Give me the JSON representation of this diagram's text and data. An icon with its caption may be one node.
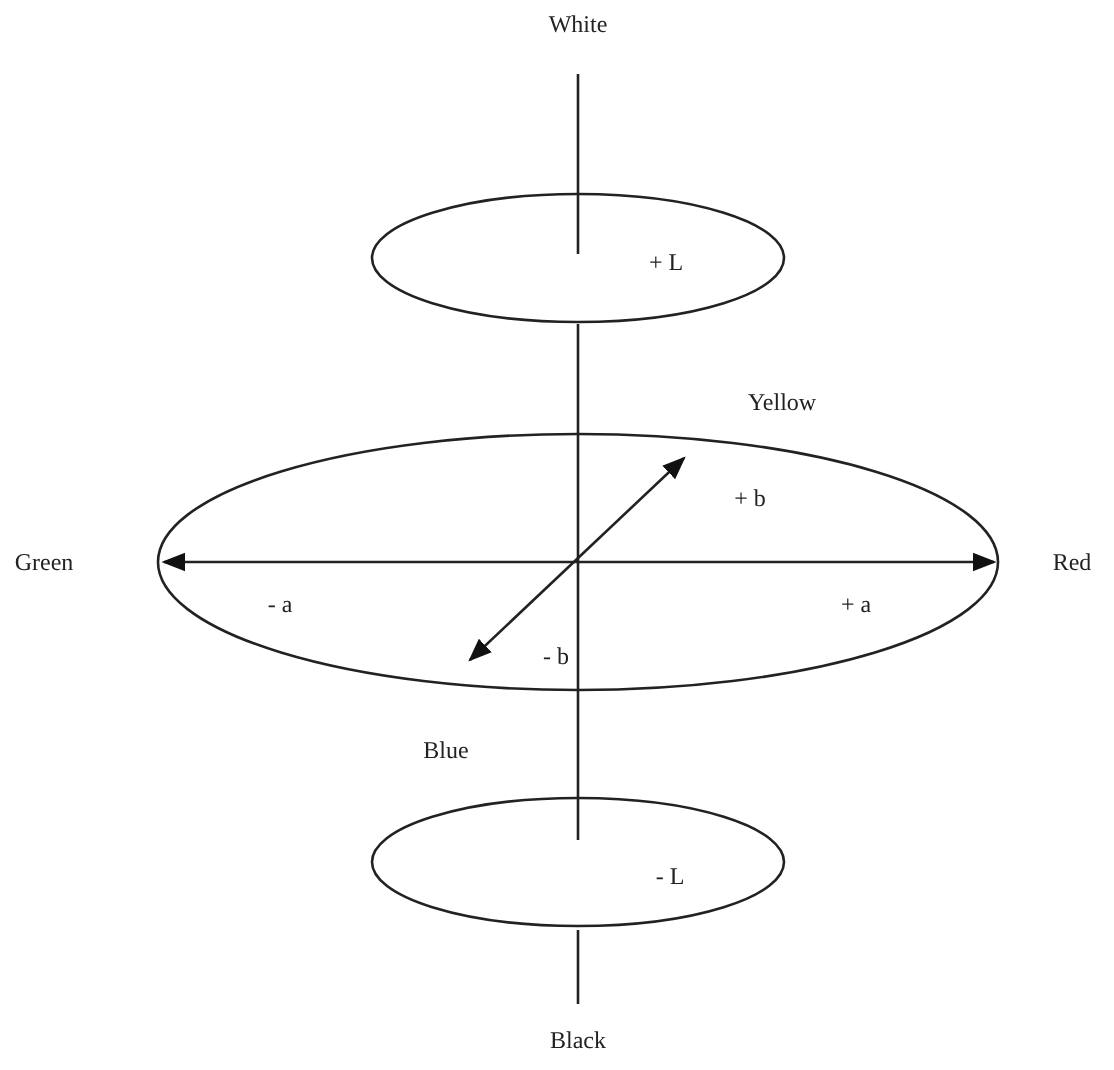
{
  "diagram": {
    "nodes": [
      {
        "text": [
          "+ L"
        ]
      },
      {
        "text": [
          "+ b",
          "- a",
          "+ a",
          "- b"
        ]
      },
      {
        "text": [
          "- L"
        ]
      }
    ],
    "labels": [
      "White",
      "Yellow",
      "Green",
      "Red",
      "Blue",
      "Black"
    ]
  }
}
